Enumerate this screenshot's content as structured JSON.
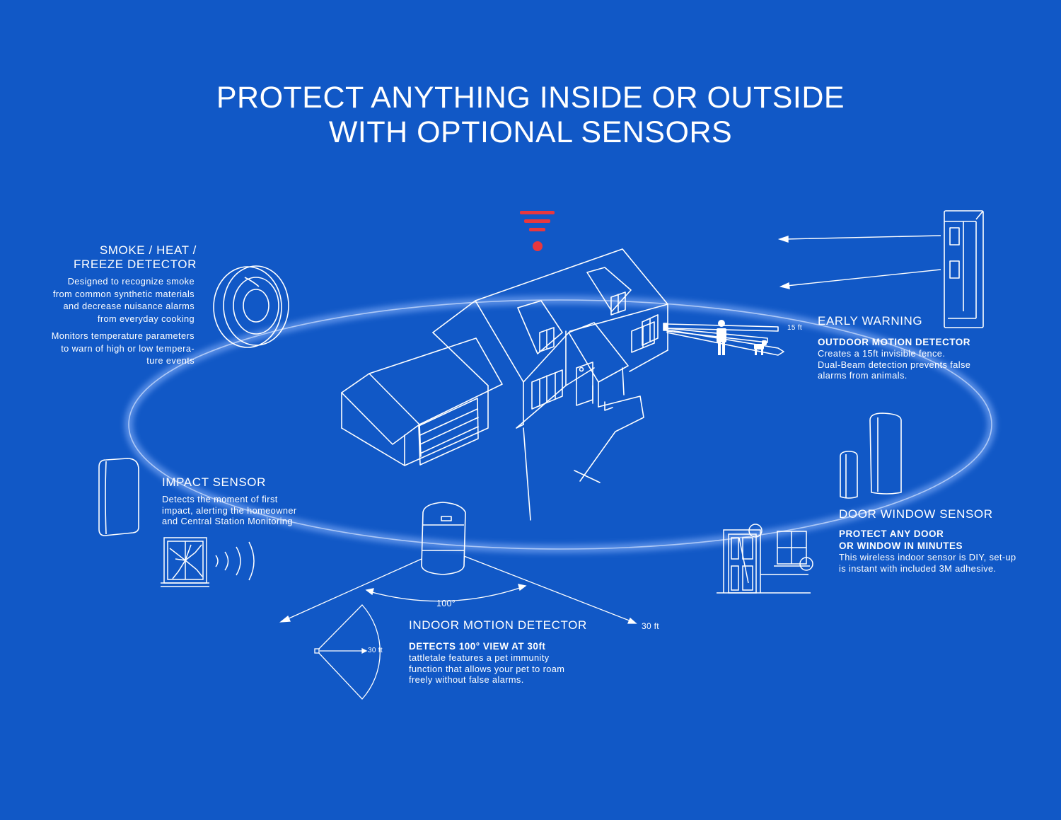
{
  "title": {
    "line1": "PROTECT ANYTHING INSIDE OR OUTSIDE",
    "line2": "WITH OPTIONAL SENSORS"
  },
  "colors": {
    "background": "#1158c6",
    "line": "#ffffff",
    "signal": "#e8373e"
  },
  "icons": [
    "wifi-signal-icon",
    "house-illustration",
    "smoke-detector-icon",
    "outdoor-motion-detector-icon",
    "person-icon",
    "dog-icon",
    "impact-sensor-icon",
    "broken-window-icon",
    "indoor-motion-detector-icon",
    "door-window-sensor-icon",
    "door-icon",
    "window-icon"
  ],
  "smoke": {
    "heading_line1": "SMOKE / HEAT /",
    "heading_line2": "FREEZE DETECTOR",
    "para1": [
      "Designed to recognize smoke",
      "from common synthetic materials",
      "and decrease nuisance alarms",
      "from everyday cooking"
    ],
    "para2": [
      "Monitors temperature parameters",
      "to warn of high or low tempera-",
      "ture events"
    ]
  },
  "early": {
    "heading": "EARLY WARNING",
    "subhead": "OUTDOOR MOTION DETECTOR",
    "body": [
      "Creates a 15ft invisible fence.",
      "Dual-Beam detection prevents false",
      "alarms from animals."
    ],
    "range_label": "15 ft"
  },
  "impact": {
    "heading": "IMPACT SENSOR",
    "body": [
      "Detects the moment of first",
      "impact, alerting the homeowner",
      "and Central Station Monitoring"
    ]
  },
  "door": {
    "heading": "DOOR WINDOW SENSOR",
    "subhead_line1": "PROTECT ANY DOOR",
    "subhead_line2": "OR WINDOW IN MINUTES",
    "body": [
      "This wireless indoor sensor is DIY, set-up",
      "is instant with included 3M adhesive."
    ]
  },
  "indoor": {
    "heading": "INDOOR MOTION DETECTOR",
    "subhead": "DETECTS 100° VIEW AT 30ft",
    "body": [
      "tattletale features a pet immunity",
      "function that allows your pet to roam",
      "freely without false alarms."
    ],
    "angle_label": "100°",
    "range_label": "30 ft",
    "fan_range_label": "30 ft"
  }
}
